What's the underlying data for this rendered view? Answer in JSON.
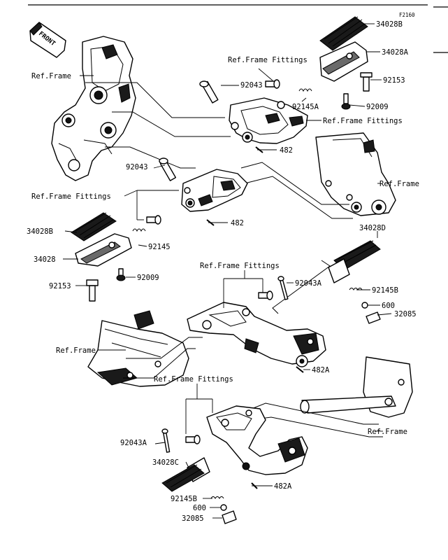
{
  "diagram_code": "F2160",
  "front_badge": "FRONT",
  "labels": {
    "ref_frame": "Ref.Frame",
    "ref_frame_fittings": "Ref.Frame Fittings",
    "p34028B": "34028B",
    "p34028A": "34028A",
    "p34028": "34028",
    "p34028C": "34028C",
    "p34028D": "34028D",
    "p92043": "92043",
    "p92043A": "92043A",
    "p92145": "92145",
    "p92145A": "92145A",
    "p92145B": "92145B",
    "p92153": "92153",
    "p92009": "92009",
    "p482": "482",
    "p482A": "482A",
    "p600": "600",
    "p32085": "32085"
  }
}
